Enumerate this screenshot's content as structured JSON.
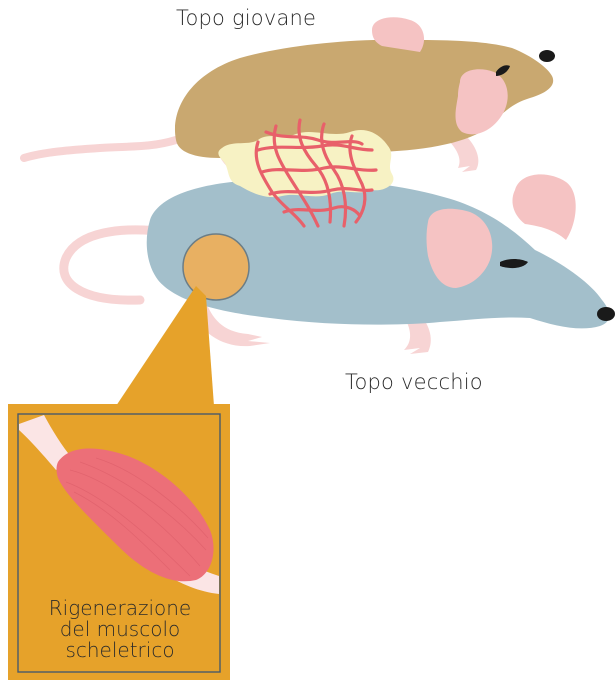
{
  "labels": {
    "young_mouse": "Topo giovane",
    "old_mouse": "Topo vecchio"
  },
  "inset": {
    "caption_lines": [
      "Rigenerazione",
      "del muscolo",
      "scheletrico"
    ]
  },
  "colors": {
    "young_mouse_body": "#c9a870",
    "old_mouse_body": "#a3bfcb",
    "ear_pink": "#f5c3c3",
    "tail_pink": "#f7d4d4",
    "shared_vessels": "#e8606a",
    "connective_tissue": "#f7f2c4",
    "inset_background": "#e6a22a",
    "muscle_spot": "#e8b062",
    "muscle_fiber": "#ec6f78"
  }
}
